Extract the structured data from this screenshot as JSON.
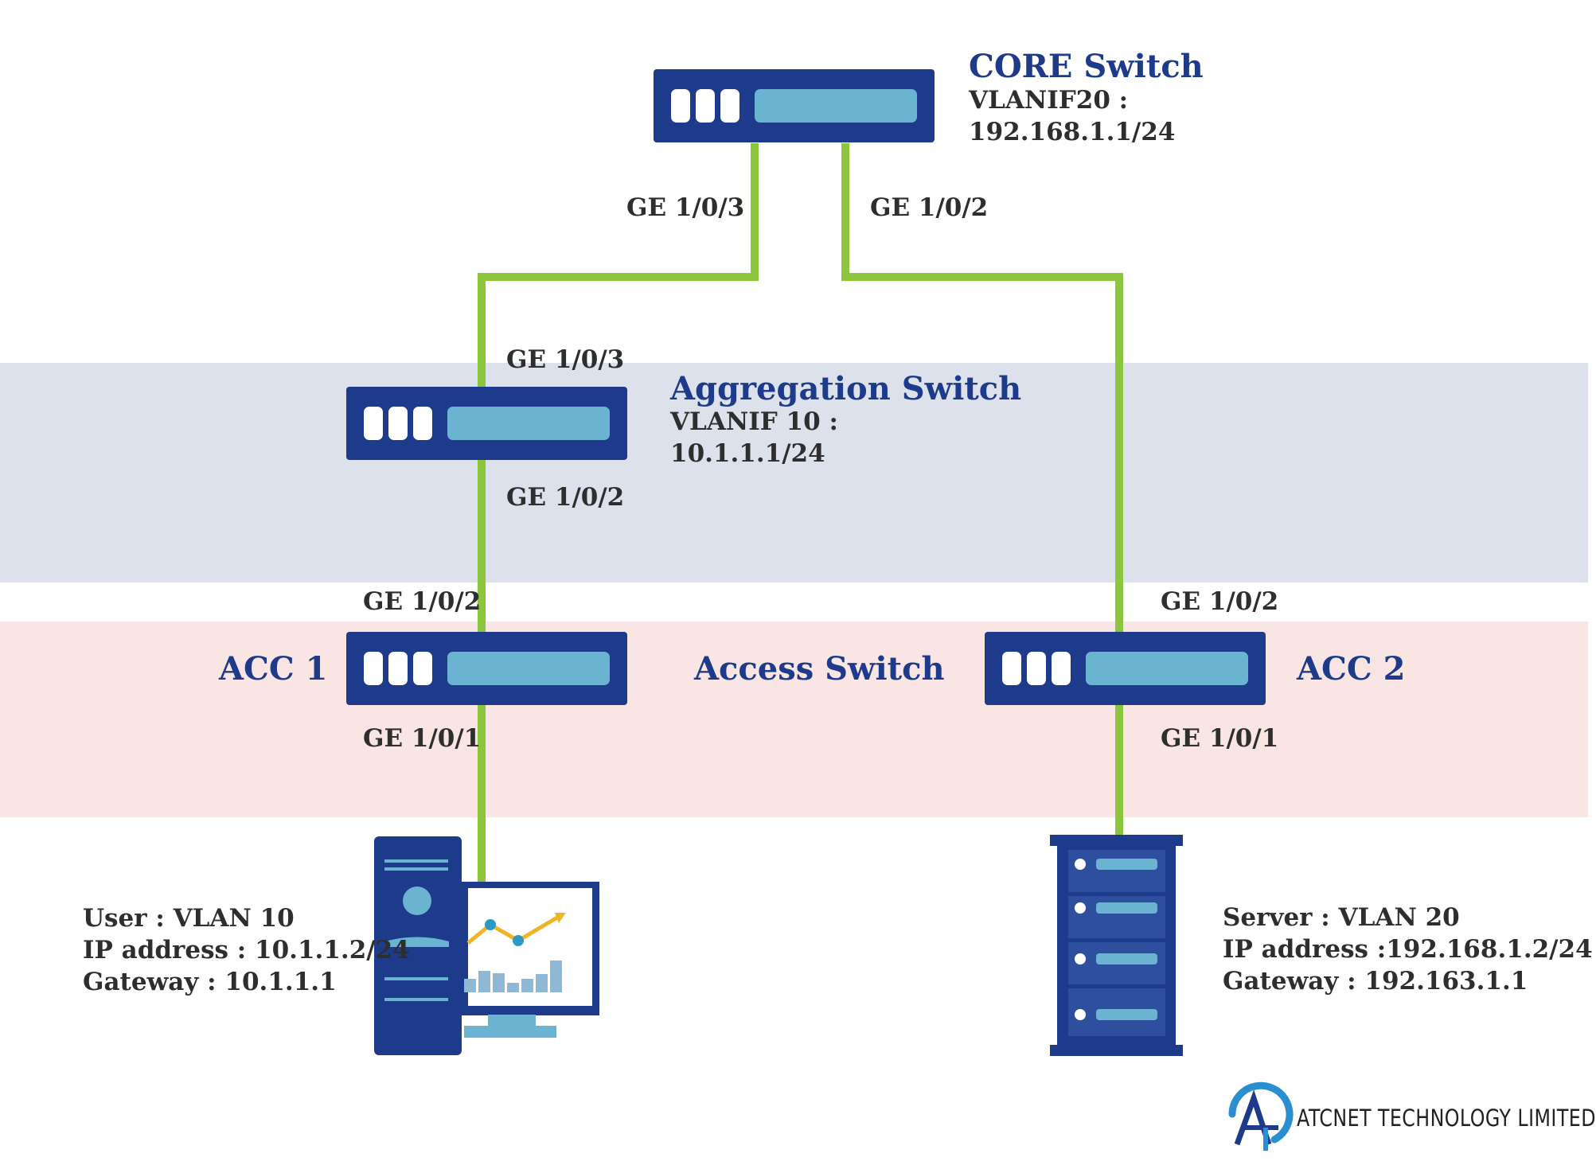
{
  "core": {
    "title": "CORE Switch",
    "vlanif_label": "VLANIF20 :",
    "ip": "192.168.1.1/24",
    "port_left": "GE 1/0/3",
    "port_right": "GE 1/0/2"
  },
  "aggregation": {
    "title": "Aggregation Switch",
    "vlanif_label": "VLANIF 10 :",
    "ip": "10.1.1.1/24",
    "port_up": "GE 1/0/3",
    "port_down": "GE 1/0/2"
  },
  "access": {
    "title": "Access Switch",
    "acc1": {
      "name": "ACC  1",
      "port_up": "GE 1/0/2",
      "port_down": "GE 1/0/1"
    },
    "acc2": {
      "name": "ACC  2",
      "port_up": "GE 1/0/2",
      "port_down": "GE 1/0/1"
    }
  },
  "user": {
    "line1": "User : VLAN 10",
    "line2": "IP address : 10.1.1.2/24",
    "line3": "Gateway : 10.1.1.1"
  },
  "server": {
    "line1": "Server : VLAN 20",
    "line2": "IP address :192.168.1.2/24",
    "line3": "Gateway : 192.163.1.1"
  },
  "logo": {
    "company": "ATCNET TECHNOLOGY LIMITED"
  },
  "colors": {
    "switch_body": "#1d3b8a",
    "switch_panel": "#6ab4d2",
    "link": "#8cc63f",
    "agg_band": "#dce1ec",
    "access_band": "#f8e5e4",
    "title_blue": "#1d3b8a"
  }
}
